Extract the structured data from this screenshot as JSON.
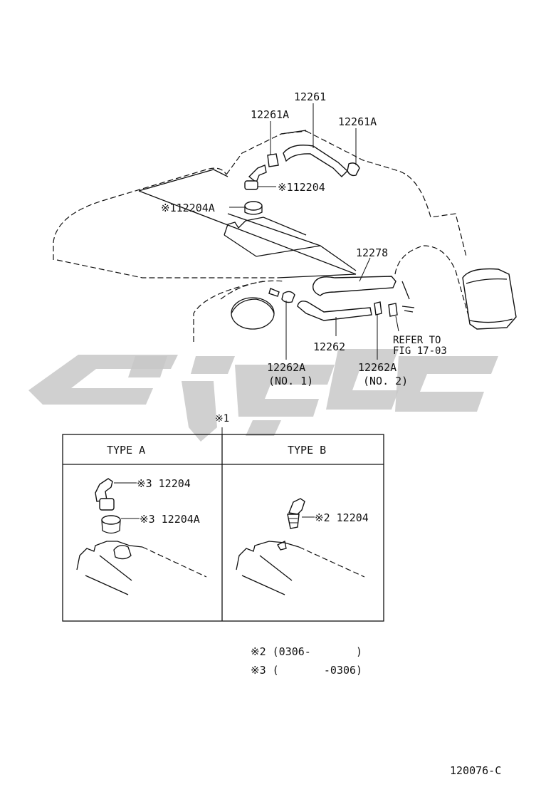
{
  "labels": {
    "p12261": "12261",
    "p12261A_left": "12261A",
    "p12261A_right": "12261A",
    "p12204_main": "※112204",
    "p12204A_main": "※112204A",
    "p12278": "12278",
    "p12262": "12262",
    "p12262A_no1": "12262A",
    "no1": "(NO. 1)",
    "p12262A_no2": "12262A",
    "no2": "(NO. 2)",
    "refer_to": "REFER TO",
    "fig_ref": "FIG 17-03",
    "note_marker": "※1"
  },
  "types_table": {
    "type_a": {
      "header": "TYPE A",
      "part1": "※3 12204",
      "part2": "※3 12204A"
    },
    "type_b": {
      "header": "TYPE B",
      "part1": "※2 12204"
    }
  },
  "notes": [
    "※2 (0306-       )",
    "※3 (       -0306)"
  ],
  "figure_id": "120076-C",
  "colors": {
    "line": "#111111",
    "watermark": "#c8c8c8",
    "background": "#ffffff"
  }
}
